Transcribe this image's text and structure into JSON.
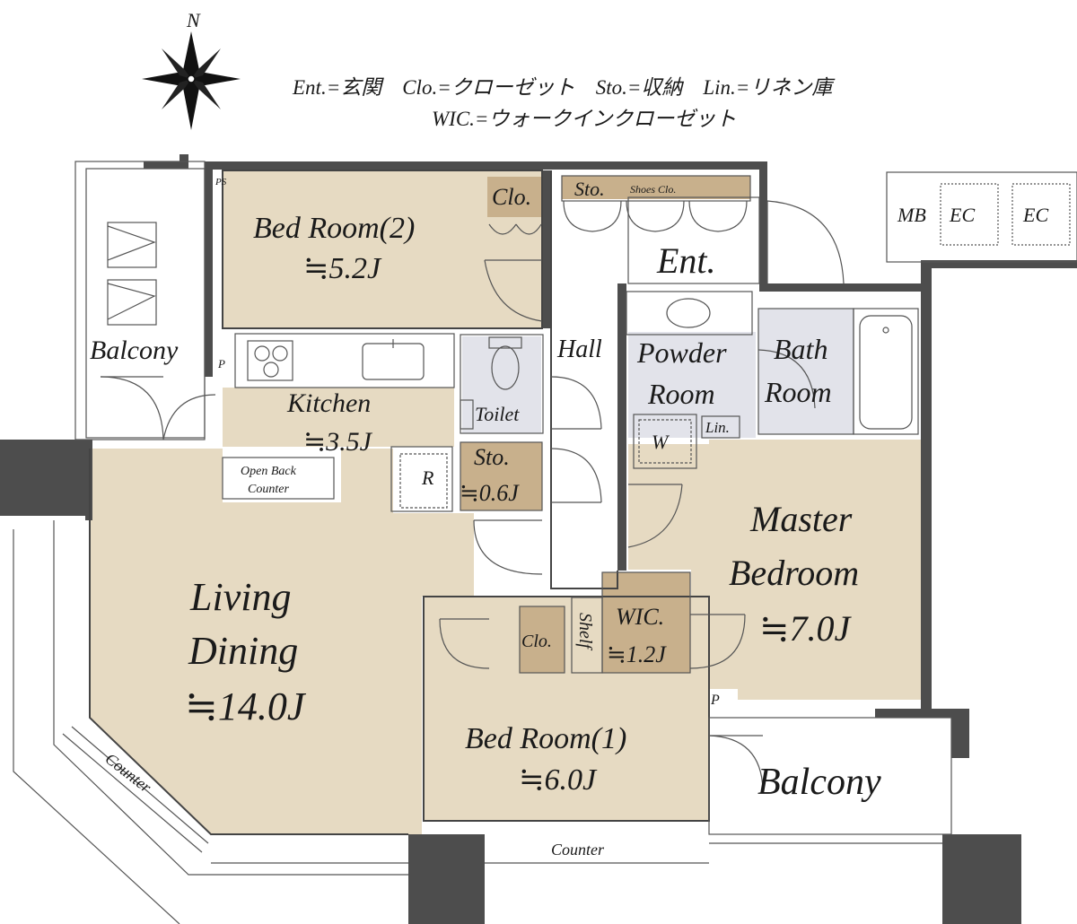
{
  "compass": {
    "north_label": "N"
  },
  "legend": {
    "line1": "Ent.=玄関　Clo.=クローゼット　Sto.=収納　Lin.=リネン庫",
    "line2": "WIC.=ウォークインクローゼット"
  },
  "rooms": {
    "bedroom2": {
      "name": "Bed Room(2)",
      "area": "≒5.2J"
    },
    "clo_top": "Clo.",
    "sto_top": "Sto.",
    "shoes_clo": "Shoes Clo.",
    "ent": "Ent.",
    "hall": "Hall",
    "kitchen": {
      "name": "Kitchen",
      "area": "≒3.5J"
    },
    "open_back_counter": {
      "line1": "Open Back",
      "line2": "Counter"
    },
    "refrigerator": "R",
    "toilet": "Toilet",
    "sto_mid": {
      "name": "Sto.",
      "area": "≒0.6J"
    },
    "powder_room": {
      "line1": "Powder",
      "line2": "Room"
    },
    "bath_room": {
      "line1": "Bath",
      "line2": "Room"
    },
    "washer": "W",
    "linen": "Lin.",
    "master_bedroom": {
      "line1": "Master",
      "line2": "Bedroom",
      "area": "≒7.0J"
    },
    "living_dining": {
      "line1": "Living",
      "line2": "Dining",
      "area": "≒14.0J"
    },
    "clo_mid": "Clo.",
    "shelf": "Shelf",
    "wic": {
      "name": "WIC.",
      "area": "≒1.2J"
    },
    "bedroom1": {
      "name": "Bed Room(1)",
      "area": "≒6.0J"
    },
    "balcony_left": "Balcony",
    "balcony_right": "Balcony",
    "counter_diagonal": "Counter",
    "counter_bottom": "Counter",
    "ps": "PS",
    "p_left": "P",
    "p_right": "P",
    "mb": "MB",
    "ec1": "EC",
    "ec2": "EC"
  }
}
